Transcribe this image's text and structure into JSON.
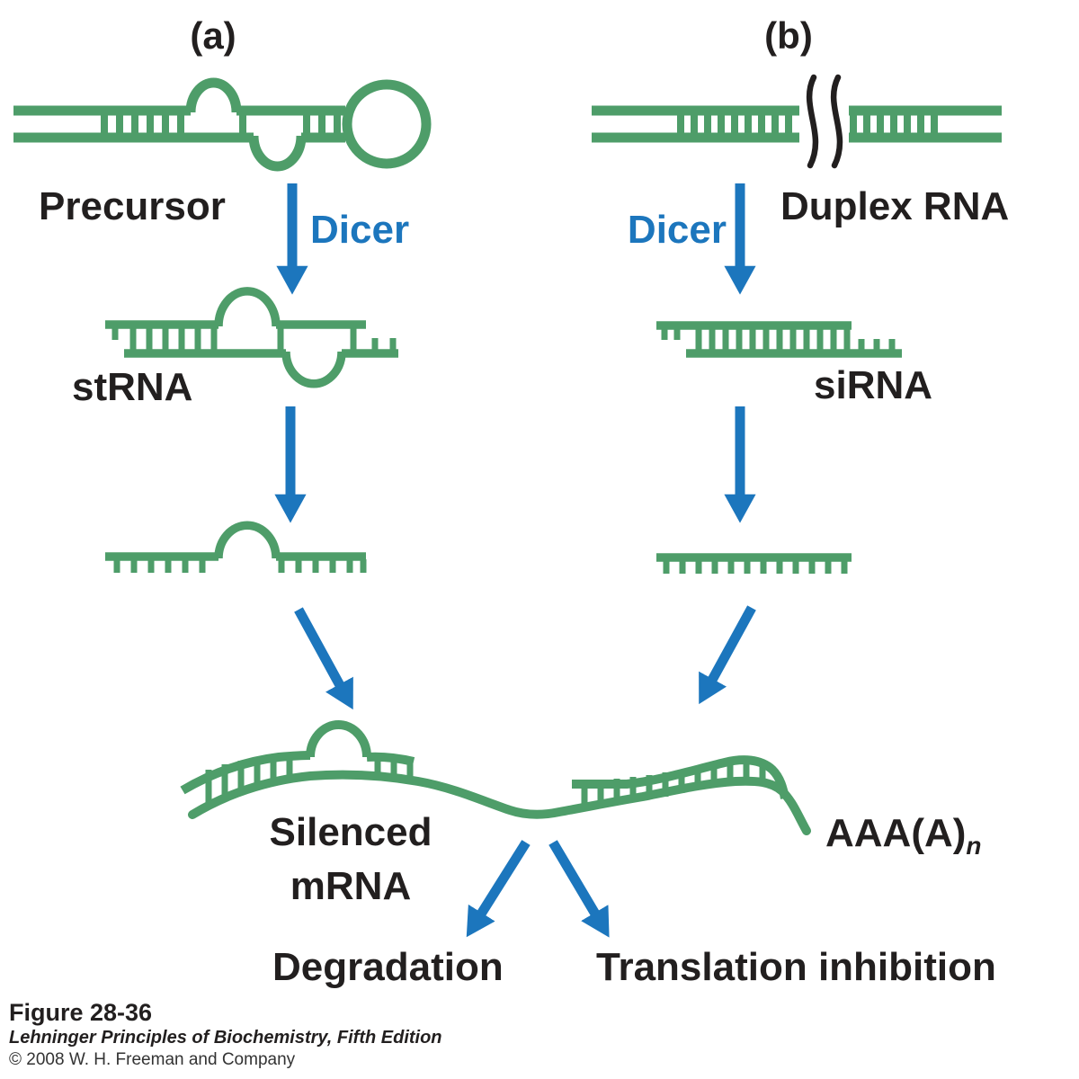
{
  "figure": {
    "panel_a": {
      "label": "(a)",
      "precursor_label": "Precursor",
      "dicer_label": "Dicer",
      "strna_label": "stRNA"
    },
    "panel_b": {
      "label": "(b)",
      "duplex_label": "Duplex RNA",
      "dicer_label": "Dicer",
      "sirna_label": "siRNA"
    },
    "merge": {
      "silenced_line1": "Silenced",
      "silenced_line2": "mRNA",
      "polya_main": "AAA(A)",
      "polya_sub": "n",
      "outcome_left": "Degradation",
      "outcome_right": "Translation inhibition"
    },
    "caption": {
      "figure_number": "Figure 28-36",
      "book": "Lehninger Principles of Biochemistry, Fifth Edition",
      "copyright": "© 2008 W. H. Freeman and Company"
    },
    "colors": {
      "rna_green": "#4E9D69",
      "arrow_blue": "#1C76BD",
      "text_black": "#221F1F"
    }
  }
}
